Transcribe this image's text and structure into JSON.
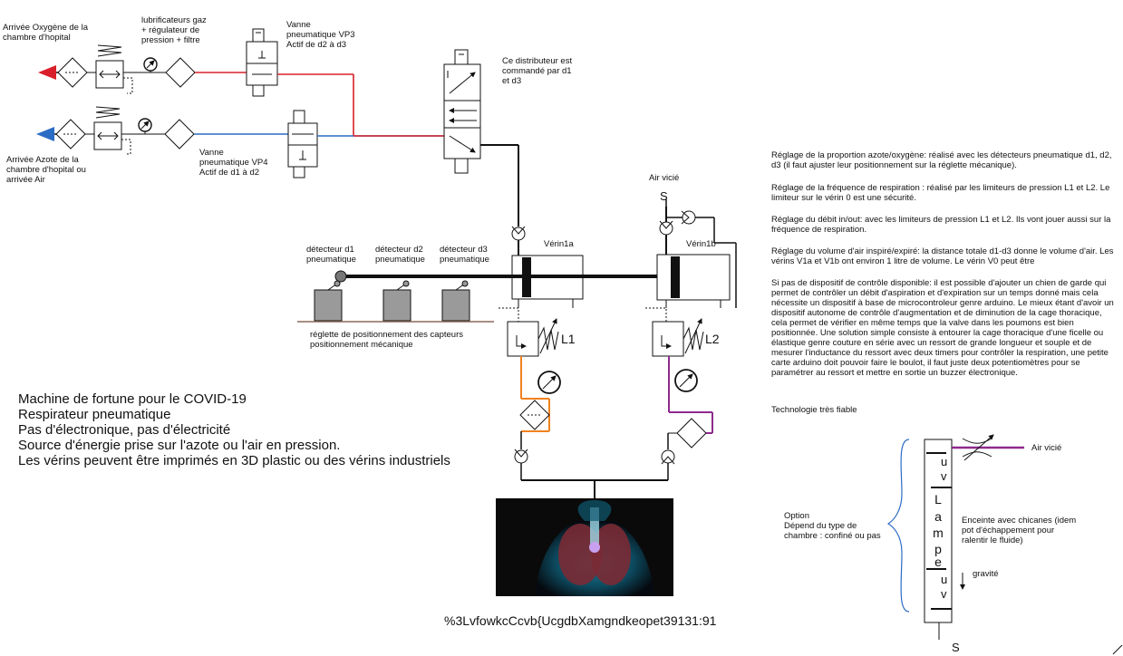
{
  "labels": {
    "o2_inlet": "Arrivée Oxygène de la\nchambre d'hopital",
    "n2_inlet": "Arrivée Azote de la\nchambre d'hopital ou\narrivée Air",
    "lubricators": "lubrificateurs gaz\n+ régulateur de\npression + filtre",
    "valve_vp3": "Vanne\npneumatique VP3\nActif de d2 à d3",
    "valve_vp4": "Vanne\npneumatique VP4\nActif de d1 à d2",
    "distributor": "Ce distributeur est\ncommandé par d1\net d3",
    "air_vicie_top": "Air vicié",
    "s_top": "S",
    "verin1a": "Vérin1a",
    "verin1b": "Vérin1b",
    "detector_d1": "détecteur d1\npneumatique",
    "detector_d2": "détecteur d2\npneumatique",
    "detector_d3": "détecteur d3\npneumatique",
    "reglette": "réglette de positionnement des capteurs\npositionnement mécanique",
    "l1": "L1",
    "l2": "L2",
    "footer_code": "%3LvfowkcCcvb{UcgdbXamgndkeopet39131:91",
    "air_vicie_right": "Air vicié",
    "option": "Option\nDépend du type de\nchambre : confiné ou pas",
    "enceinte": "Enceinte avec chicanes (idem\npot d'échappement pour\nralentir le fluide)",
    "gravite": "gravité",
    "s_bottom": "S",
    "uv_top": "u\nv",
    "lampe": [
      "L",
      "a",
      "m",
      "p",
      "e"
    ],
    "uv_bottom": "u\nv"
  },
  "main_text": "Machine de fortune pour le COVID-19\nRespirateur pneumatique\nPas d'électronique, pas d'électricité\nSource d'énergie prise sur l'azote ou l'air en pression.\nLes vérins peuvent être imprimés en 3D plastic ou des vérins industriels",
  "notes": [
    "Réglage de la proportion azote/oxygène: réalisé avec les détecteurs pneumatique d1, d2, d3 (il faut ajuster leur positionnement sur la réglette mécanique).",
    "Réglage de la fréquence de respiration : réalisé par les limiteurs de pression L1 et L2. Le limiteur sur le vérin 0 est une sécurité.",
    "Réglage du débit in/out: avec les limiteurs de pression L1 et L2. Ils vont jouer aussi sur la fréquence de respiration.",
    "Réglage du volume d'air inspiré/expiré: la distance totale d1-d3 donne le volume d'air. Les vérins V1a et V1b ont environ 1 litre de volume. Le vérin V0 peut être",
    "Si pas de dispositif de contrôle disponible: il est possible d'ajouter un chien de garde qui permet de contrôler un débit d'aspiration et d'expiration sur un temps donné mais cela nécessite un dispositif à base de microcontroleur genre arduino. Le mieux étant d'avoir un dispositif autonome de contrôle d'augmentation et de diminution de la cage thoracique, cela permet de vérifier en même temps que la valve dans les poumons est bien positionnée. Une solution simple consiste à entourer la cage thoracique d'une ficelle ou élastique genre couture en série avec un ressort de grande longueur et souple et de mesurer l'inductance du ressort avec deux timers pour contrôler la respiration, une petite carte arduino doit pouvoir faire le boulot, il faut juste deux potentiomètres pour se paramétrer au ressort et mettre en sortie un buzzer électronique.",
    "Technologie très fiable"
  ],
  "colors": {
    "oxygen_line": "#d9202a",
    "nitrogen_line": "#2b6cc4",
    "inspire_line": "#f0821e",
    "expire_line": "#8e2a8e",
    "lung_bg": "#0a0a0a"
  }
}
